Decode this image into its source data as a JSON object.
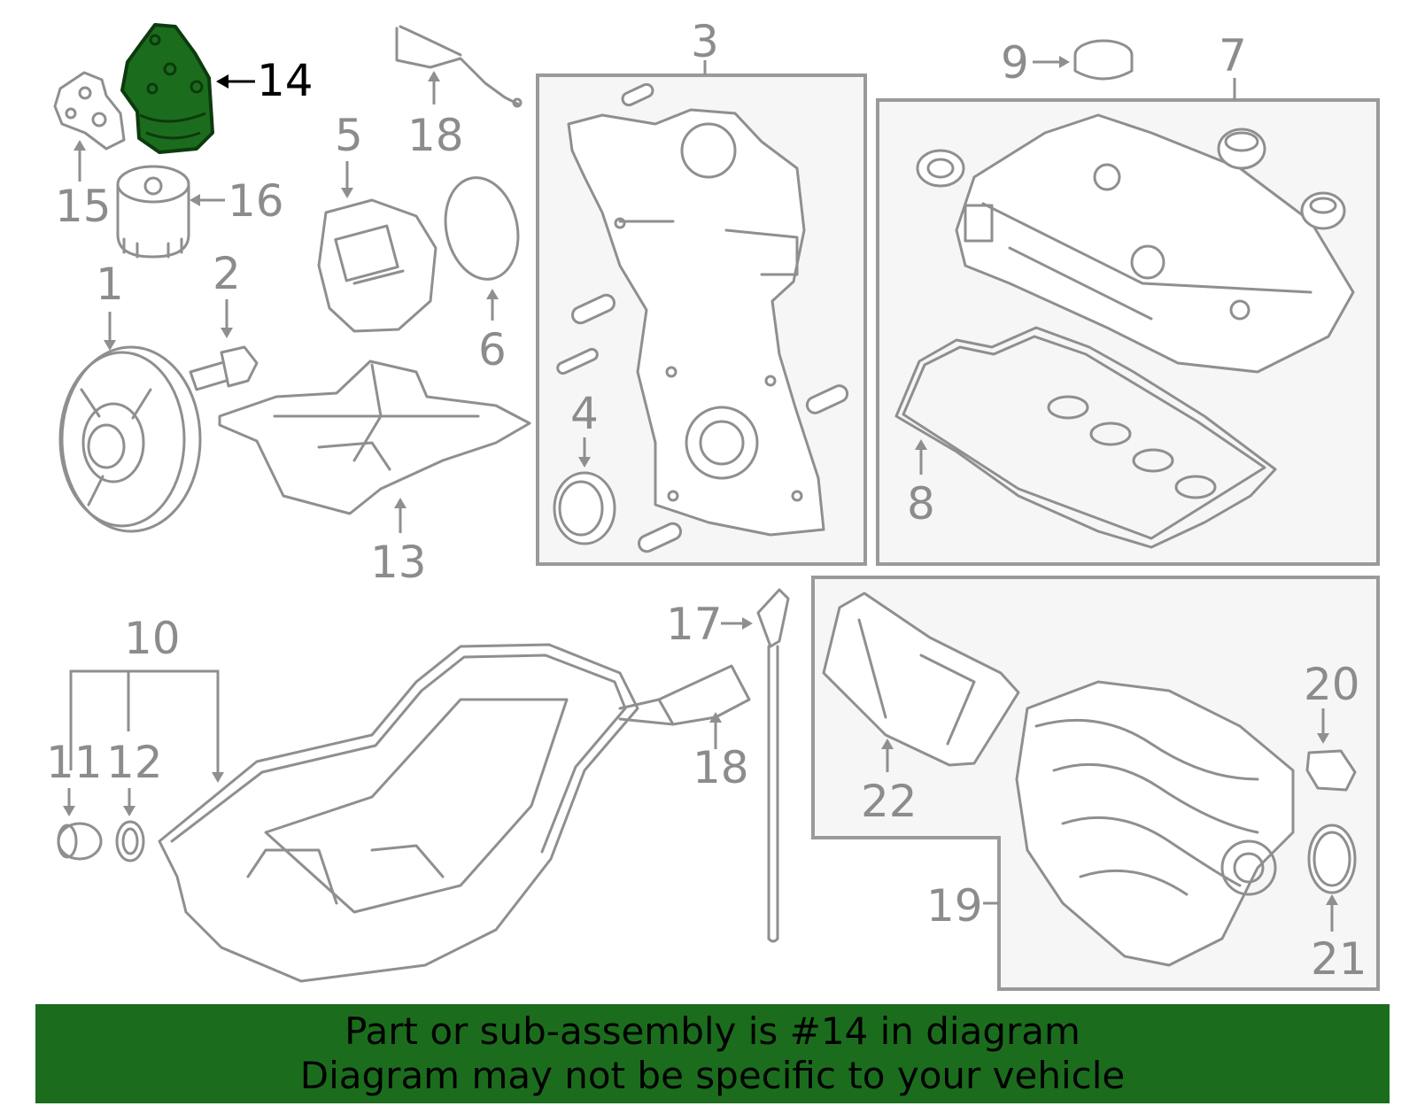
{
  "diagram": {
    "highlight_color": "#1b6d1d",
    "highlighted_part": "14",
    "labels": {
      "p1": "1",
      "p2": "2",
      "p3": "3",
      "p4": "4",
      "p5": "5",
      "p6": "6",
      "p7": "7",
      "p8": "8",
      "p9": "9",
      "p10": "10",
      "p11": "11",
      "p12": "12",
      "p13": "13",
      "p14": "14",
      "p15": "15",
      "p16": "16",
      "p17": "17",
      "p18a": "18",
      "p18b": "18",
      "p19": "19",
      "p20": "20",
      "p21": "21",
      "p22": "22"
    }
  },
  "banner": {
    "line1": "Part or sub-assembly is #14 in diagram",
    "line2": "Diagram may not be specific to your vehicle",
    "background": "#1b6d1d"
  }
}
